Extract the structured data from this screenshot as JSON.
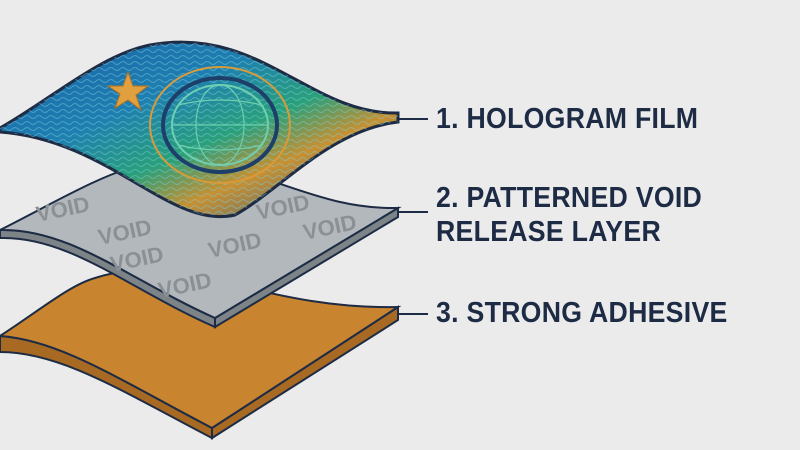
{
  "layers": [
    {
      "label": "1. HOLOGRAM FILM",
      "color": "#1f6fa8"
    },
    {
      "label_line1": "2. PATTERNED VOID",
      "label_line2": "RELEASE LAYER",
      "color": "#a9afb4",
      "watermark": "VOID"
    },
    {
      "label": "3. STRONG ADHESIVE",
      "color": "#c8842f"
    }
  ],
  "colors": {
    "outline": "#1d2b45",
    "background": "#ebebeb",
    "star": "#e0a040"
  }
}
